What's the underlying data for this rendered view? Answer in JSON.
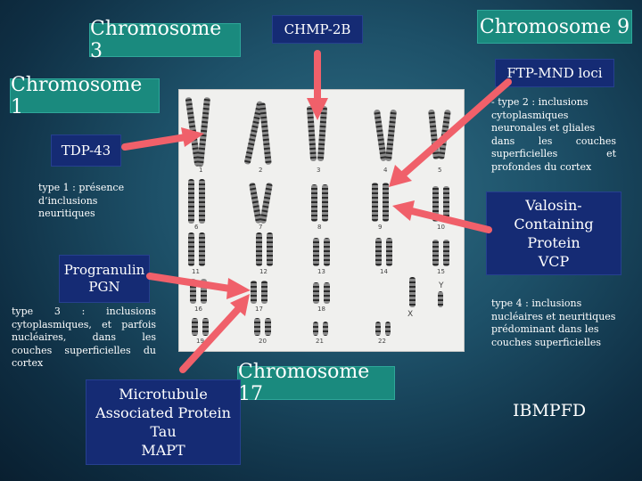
{
  "labels": {
    "chromosome_3": "Chromosome 3",
    "chromosome_1": "Chromosome 1",
    "chromosome_9": "Chromosome 9",
    "chromosome_17": "Chromosome 17",
    "chmp2b": "CHMP-2B",
    "ftp_mnd": "FTP-MND loci",
    "tdp43": "TDP-43",
    "progranulin": [
      "Progranulin",
      "PGN"
    ],
    "vcp": [
      "Valosin-",
      "Containing",
      "Protein",
      "VCP"
    ],
    "mapt": [
      "Microtubule",
      "Associated Protein",
      "Tau",
      "MAPT"
    ]
  },
  "notes": {
    "type1": [
      "type 1 : présence",
      "d’inclusions",
      "neuritiques"
    ],
    "type2": [
      "- type 2 : inclusions",
      "cytoplasmiques",
      "neuronales et gliales",
      "dans les couches",
      "superficielles et",
      "profondes du cortex"
    ],
    "type3": [
      "type 3 : inclusions",
      "cytoplasmiques, et parfois",
      "nucléaires, dans les",
      "couches superficielles du",
      "cortex"
    ],
    "type4": [
      "type 4 : inclusions",
      "nucléaires et neuritiques",
      "prédominant dans les",
      "couches superficielles"
    ]
  },
  "footer": {
    "ibmpfd": "IBMPFD"
  },
  "karyotype": {
    "numbers": [
      "1",
      "2",
      "3",
      "4",
      "5",
      "6",
      "7",
      "8",
      "9",
      "10",
      "11",
      "12",
      "13",
      "14",
      "15",
      "16",
      "17",
      "18",
      "19",
      "20",
      "21",
      "22"
    ],
    "sex_labels": [
      "Y",
      "X"
    ]
  },
  "colors": {
    "teal_box": "#1a8a7e",
    "navy_box": "#152b74",
    "arrow": "#f0606a",
    "background": "#1d5068"
  }
}
